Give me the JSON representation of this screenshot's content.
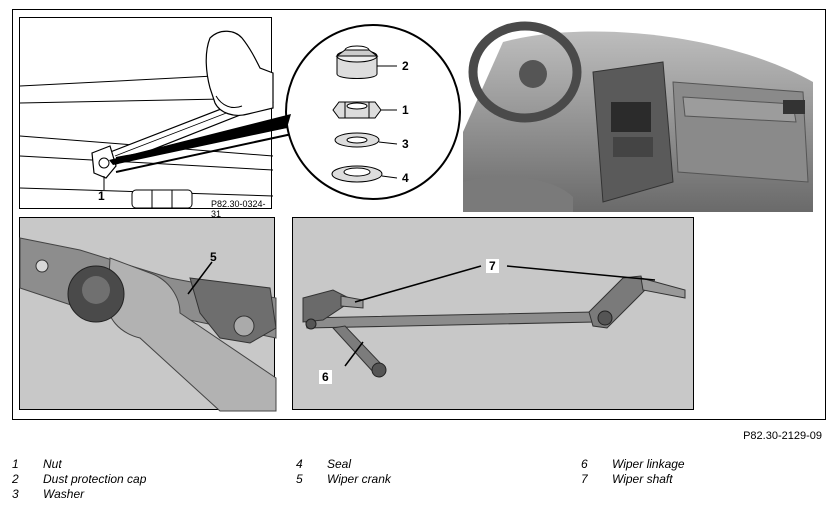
{
  "figure_code_top": "P82.30-0324-31",
  "figure_code_main": "P82.30-2129-09",
  "callouts": {
    "top_left": "1",
    "circle": [
      "2",
      "1",
      "3",
      "4"
    ],
    "bottom_left": "5",
    "bottom_right_shaft": "7",
    "bottom_right_linkage": "6"
  },
  "legend": [
    [
      {
        "num": "1",
        "label": "Nut"
      },
      {
        "num": "2",
        "label": "Dust protection cap"
      },
      {
        "num": "3",
        "label": "Washer"
      }
    ],
    [
      {
        "num": "4",
        "label": "Seal"
      },
      {
        "num": "5",
        "label": "Wiper crank"
      }
    ],
    [
      {
        "num": "6",
        "label": "Wiper linkage"
      },
      {
        "num": "7",
        "label": "Wiper shaft"
      }
    ]
  ]
}
